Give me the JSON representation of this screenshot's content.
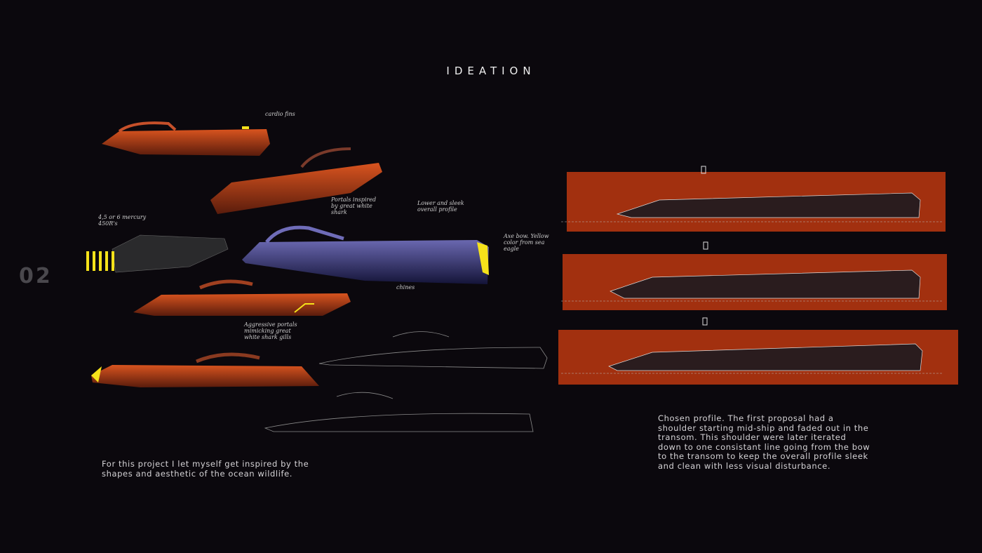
{
  "title": "IDEATION",
  "section_number": "02",
  "caption_left": "For this project I let myself get inspired by the shapes and aesthetic of the ocean wildlife.",
  "caption_right": "Chosen profile. The first proposal had a shoulder starting mid-ship and faded out in the transom. This shoulder were later iterated down to one consistant line going from the bow to the transom to keep the overall profile sleek and clean with less visual disturbance.",
  "sketch_notes": {
    "fins": "cardio fins",
    "portals": "Portals inspired by great white shark",
    "profile": "Lower and sleek overall profile",
    "engines": "4,5 or 6 mercury 450R's",
    "bow": "Axe bow. Yellow color from sea eagle",
    "chines": "chines",
    "gills": "Aggressive portals mimicking great white shark gills"
  },
  "colors": {
    "background": "#0b080d",
    "orange": "#c9441c",
    "navy": "#2a2a5e",
    "yellow": "#f5e21a"
  }
}
